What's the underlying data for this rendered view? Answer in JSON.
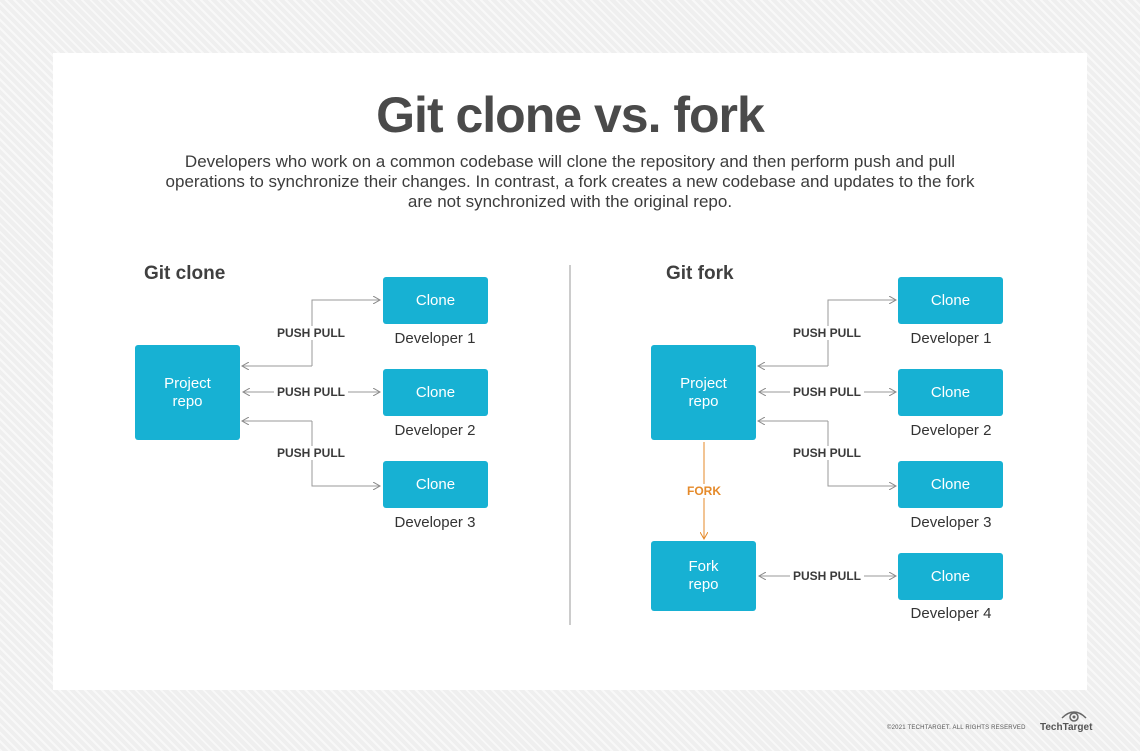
{
  "title": "Git clone vs. fork",
  "subtitle": "Developers who work on a common codebase will clone the repository and then perform push and pull operations to synchronize their changes. In contrast, a fork creates a new codebase and updates to the fork are not synchronized with the original repo.",
  "clone_section": {
    "heading": "Git clone",
    "project_repo": "Project\nrepo",
    "clones": [
      {
        "node": "Clone",
        "developer": "Developer 1",
        "link": "PUSH PULL"
      },
      {
        "node": "Clone",
        "developer": "Developer 2",
        "link": "PUSH PULL"
      },
      {
        "node": "Clone",
        "developer": "Developer 3",
        "link": "PUSH PULL"
      }
    ]
  },
  "fork_section": {
    "heading": "Git fork",
    "project_repo": "Project\nrepo",
    "fork_repo": "Fork\nrepo",
    "fork_link": "FORK",
    "clones": [
      {
        "node": "Clone",
        "developer": "Developer 1",
        "link": "PUSH PULL"
      },
      {
        "node": "Clone",
        "developer": "Developer 2",
        "link": "PUSH PULL"
      },
      {
        "node": "Clone",
        "developer": "Developer 3",
        "link": "PUSH PULL"
      },
      {
        "node": "Clone",
        "developer": "Developer 4",
        "link": "PUSH PULL"
      }
    ]
  },
  "footer": {
    "copyright": "©2021 TECHTARGET. ALL RIGHTS RESERVED",
    "brand": "TechTarget"
  },
  "colors": {
    "node": "#17b1d3",
    "fork_accent": "#e58a2a",
    "connector": "#9a9a9a"
  }
}
